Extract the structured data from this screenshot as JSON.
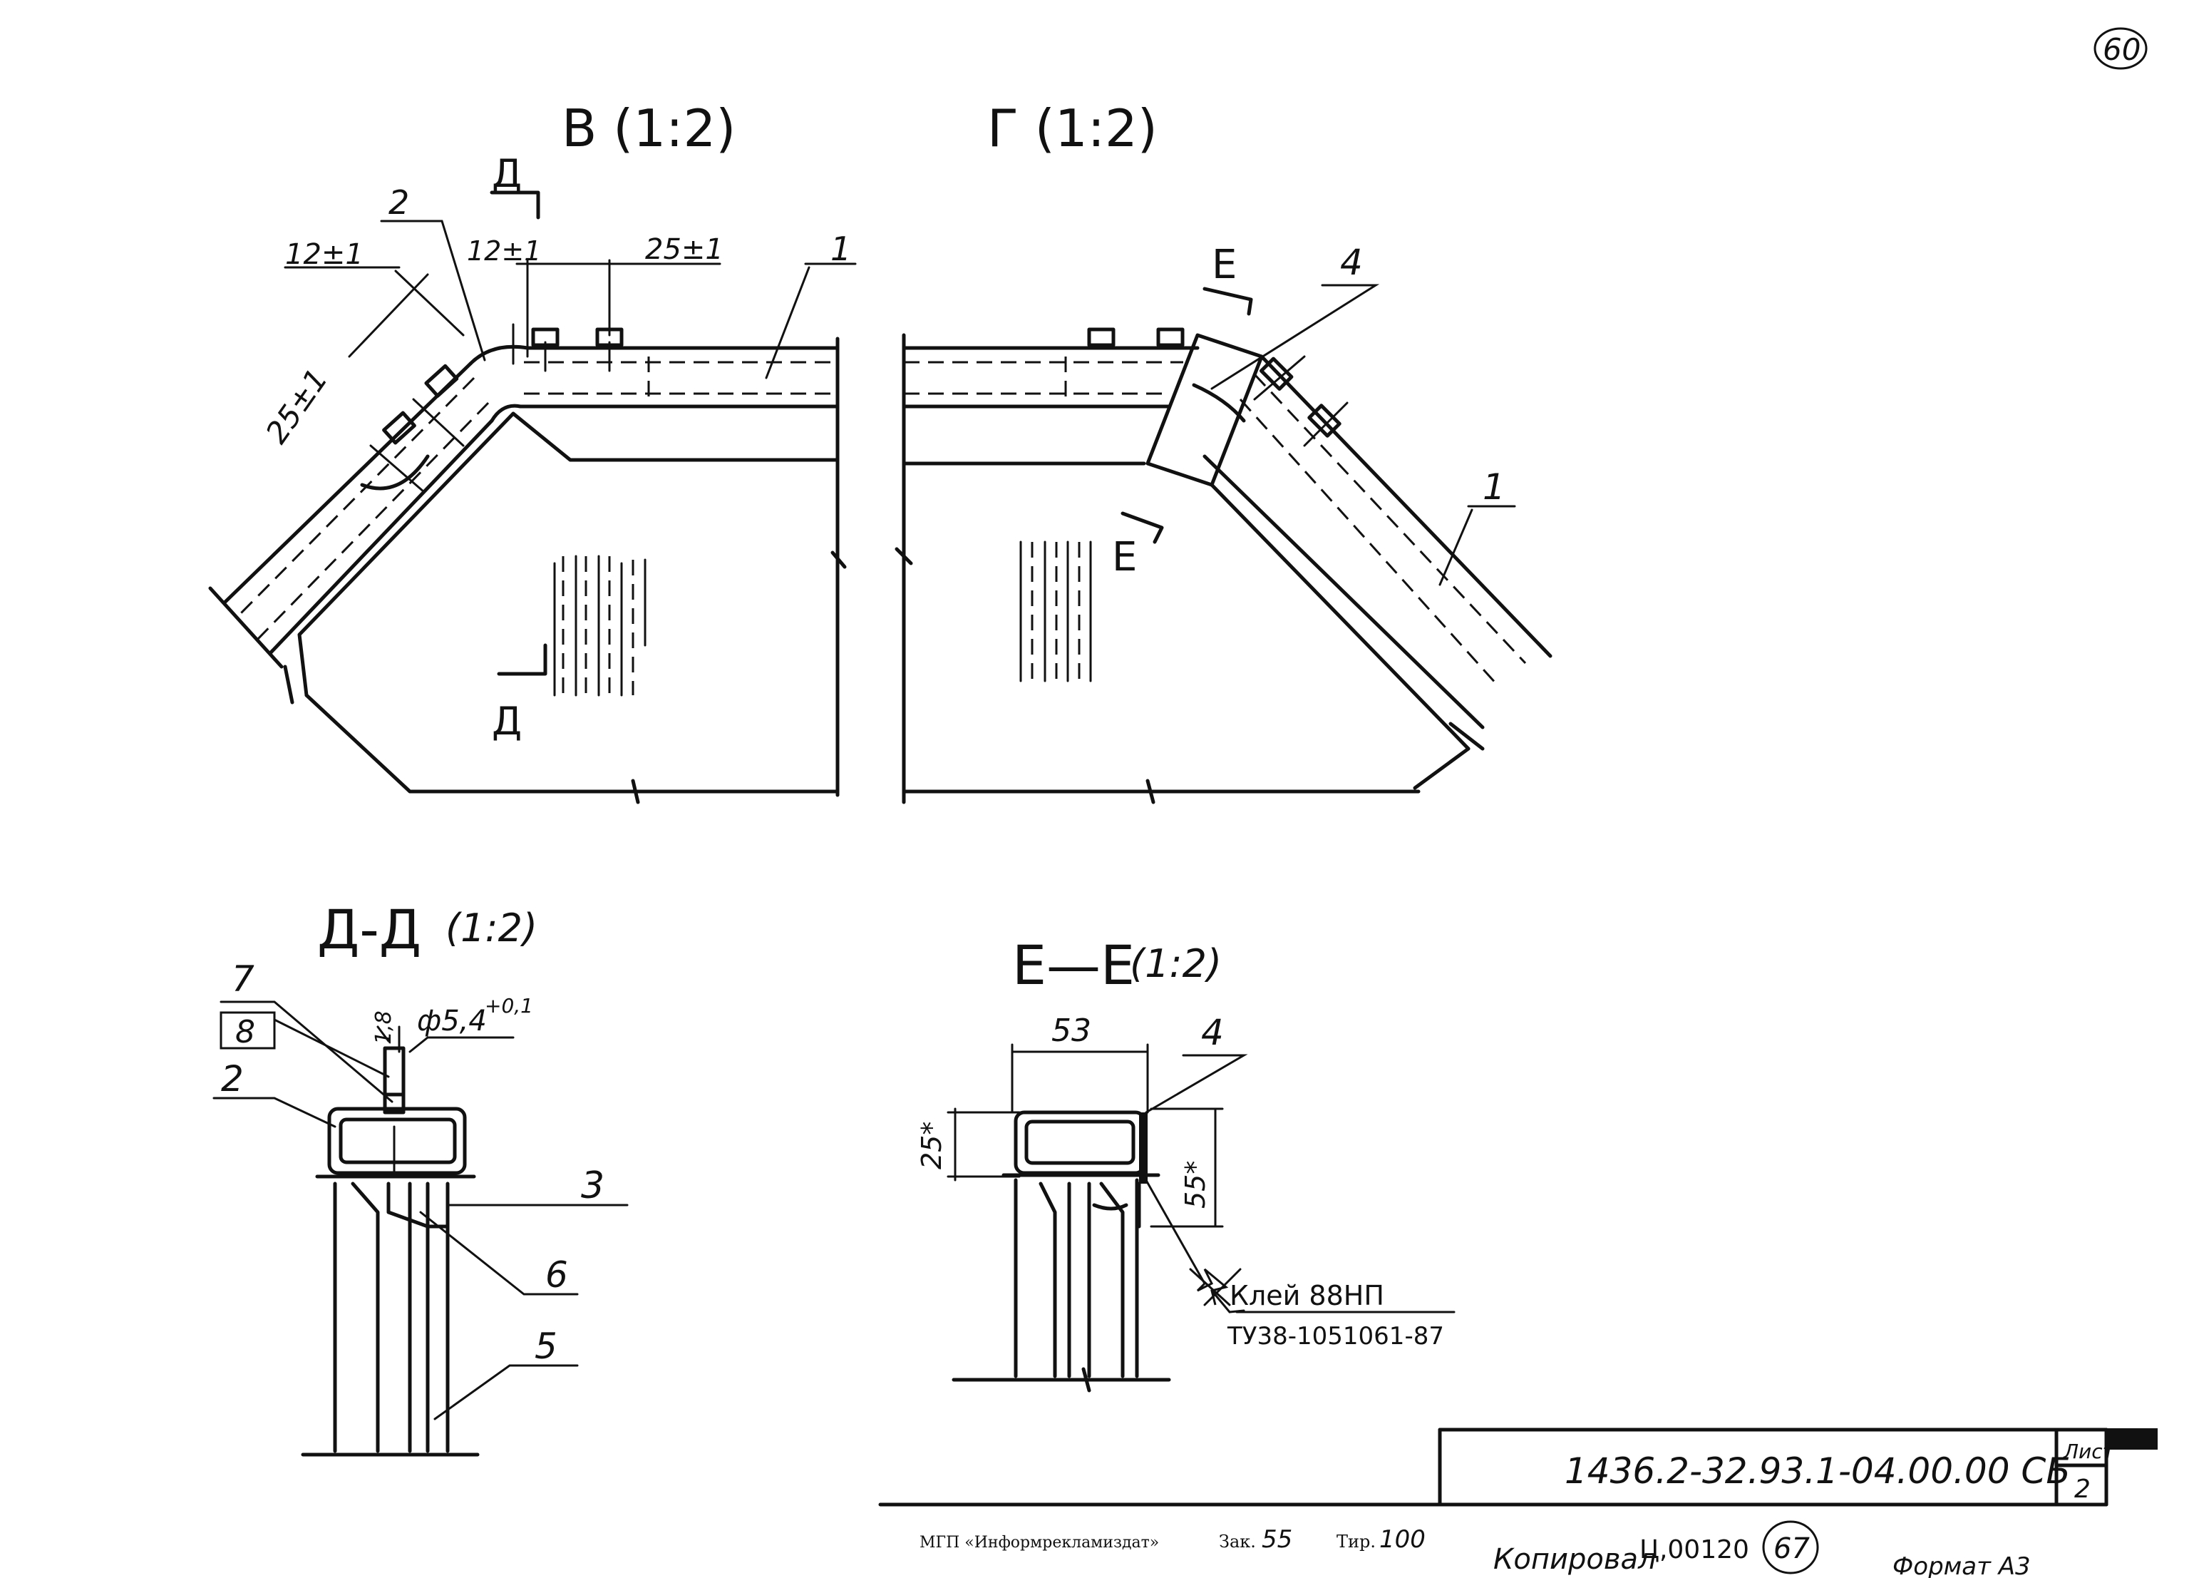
{
  "sheet_number_top": "60",
  "views": {
    "v": {
      "title": "В (1:2)",
      "section_marker": "Д",
      "dim_a": "12±1",
      "dim_b": "12±1",
      "dim_c": "25±1",
      "dim_d": "25±1",
      "callouts": [
        "2",
        "1"
      ]
    },
    "g": {
      "title": "Г (1:2)",
      "section_marker": "Е",
      "callouts": [
        "4",
        "1"
      ]
    },
    "dd": {
      "title_main": "Д-Д",
      "title_scale": "(1:2)",
      "dim_thread": "1,8",
      "dim_diameter": "ф5,4",
      "dim_tolerance": "+0,1",
      "callouts": [
        "7",
        "8",
        "2",
        "3",
        "6",
        "5"
      ]
    },
    "ee": {
      "title_main": "Е—Е",
      "title_scale": "(1:2)",
      "dim_width": "53",
      "dim_height_left": "25*",
      "dim_height_right": "55*",
      "callout": "4",
      "glue_name": "Клей 88НП",
      "glue_spec": "ТУ38-1051061-87"
    }
  },
  "title_block": {
    "designation": "1436.2-32.93.1-04.00.00 СБ",
    "sheet_label": "Лист",
    "sheet_number": "2"
  },
  "footer": {
    "publisher": "МГП «Информрекламиздат»",
    "order_label": "Зак.",
    "order_value": "55",
    "print_run_label": "Тир.",
    "print_run_value": "100",
    "copied_label": "Копировал",
    "copied_value": "Ц,00120",
    "page_circle": "67",
    "format": "Формат А3"
  }
}
